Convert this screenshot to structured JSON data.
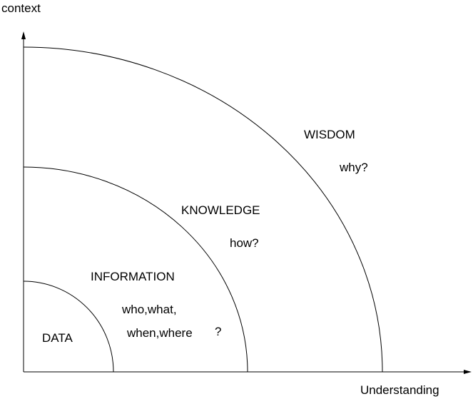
{
  "diagram": {
    "y_axis_label": "context",
    "x_axis_label": "Understanding",
    "levels": [
      {
        "name": "DATA",
        "question": ""
      },
      {
        "name": "INFORMATION",
        "question_lines": [
          "who,what,",
          "when,where"
        ],
        "question_mark": "?"
      },
      {
        "name": "KNOWLEDGE",
        "question": "how?"
      },
      {
        "name": "WISDOM",
        "question": "why?"
      }
    ],
    "colors": {
      "line": "#000000",
      "background": "#ffffff"
    }
  }
}
